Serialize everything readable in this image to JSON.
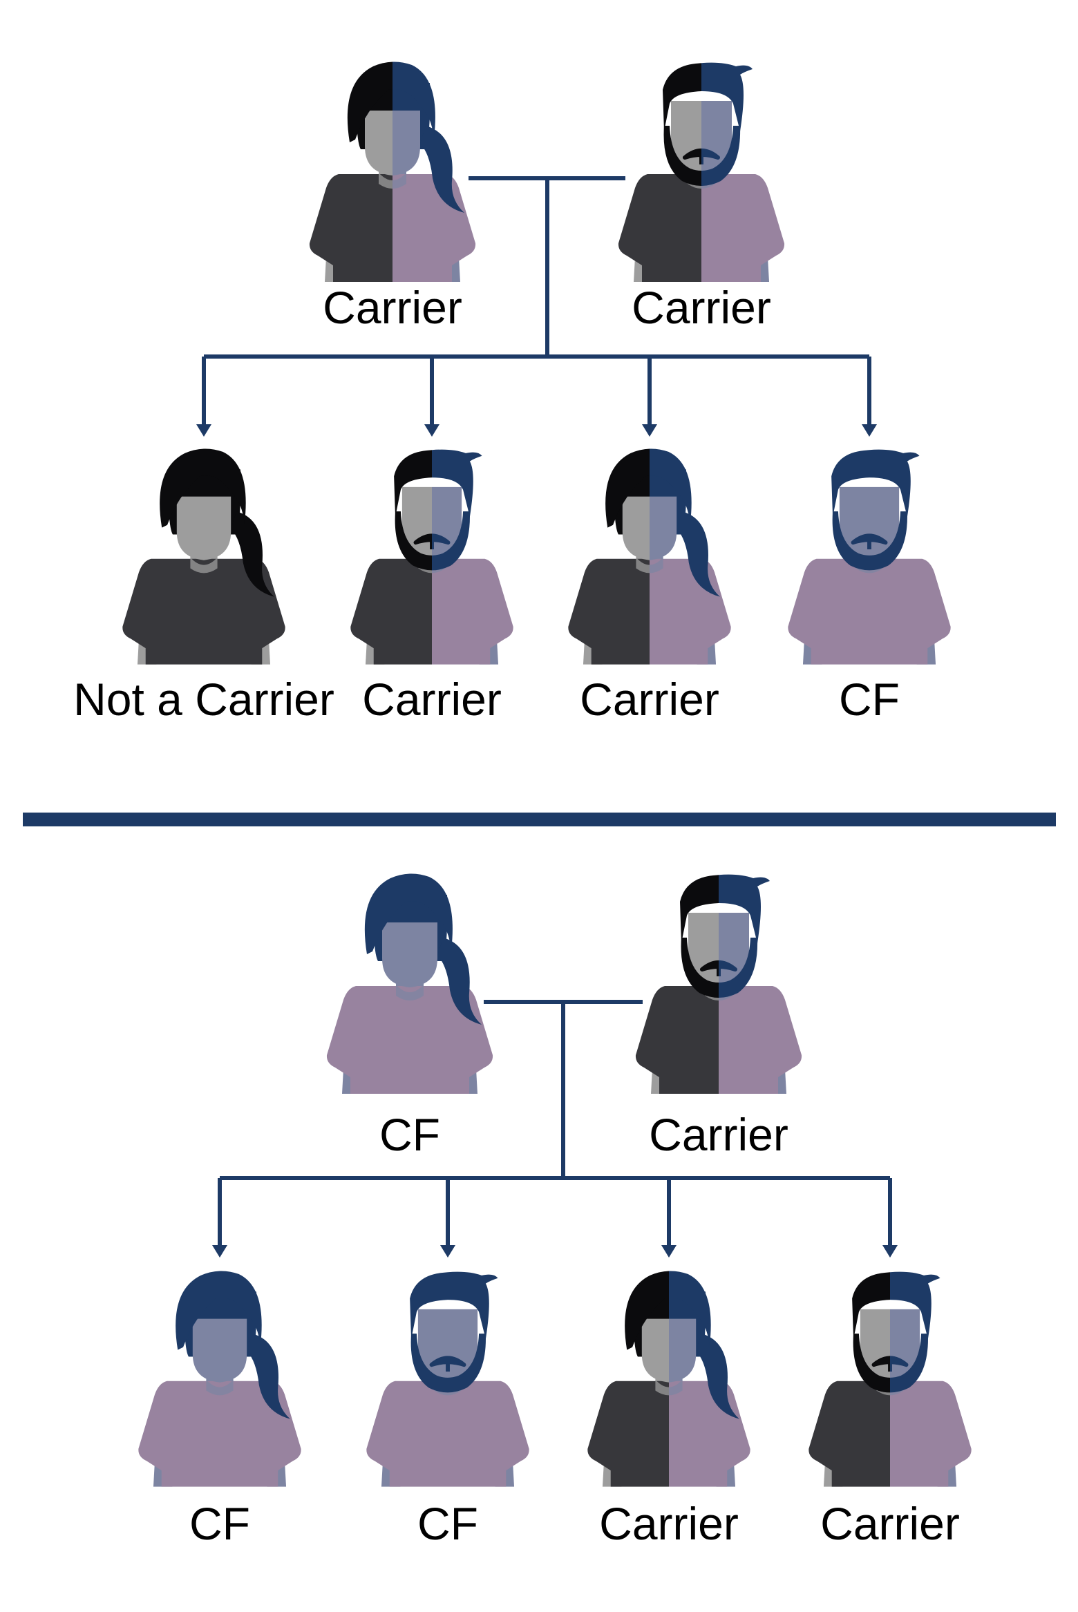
{
  "colors": {
    "accent": "#1d3a66",
    "hair_normal": "#0b0b0d",
    "hair_cf": "#1d3a66",
    "skin_normal": "#9d9d9d",
    "skin_cf": "#7d84a2",
    "shirt_normal": "#37373b",
    "shirt_cf": "#98839f"
  },
  "panels": [
    {
      "parents": [
        {
          "label": "Carrier",
          "gender": "female",
          "status": "carrier"
        },
        {
          "label": "Carrier",
          "gender": "male",
          "status": "carrier"
        }
      ],
      "children": [
        {
          "label": "Not a Carrier",
          "gender": "female",
          "status": "normal"
        },
        {
          "label": "Carrier",
          "gender": "male",
          "status": "carrier"
        },
        {
          "label": "Carrier",
          "gender": "female",
          "status": "carrier"
        },
        {
          "label": "CF",
          "gender": "male",
          "status": "cf"
        }
      ]
    },
    {
      "parents": [
        {
          "label": "CF",
          "gender": "female",
          "status": "cf"
        },
        {
          "label": "Carrier",
          "gender": "male",
          "status": "carrier"
        }
      ],
      "children": [
        {
          "label": "CF",
          "gender": "female",
          "status": "cf"
        },
        {
          "label": "CF",
          "gender": "male",
          "status": "cf"
        },
        {
          "label": "Carrier",
          "gender": "female",
          "status": "carrier"
        },
        {
          "label": "Carrier",
          "gender": "male",
          "status": "carrier"
        }
      ]
    }
  ]
}
